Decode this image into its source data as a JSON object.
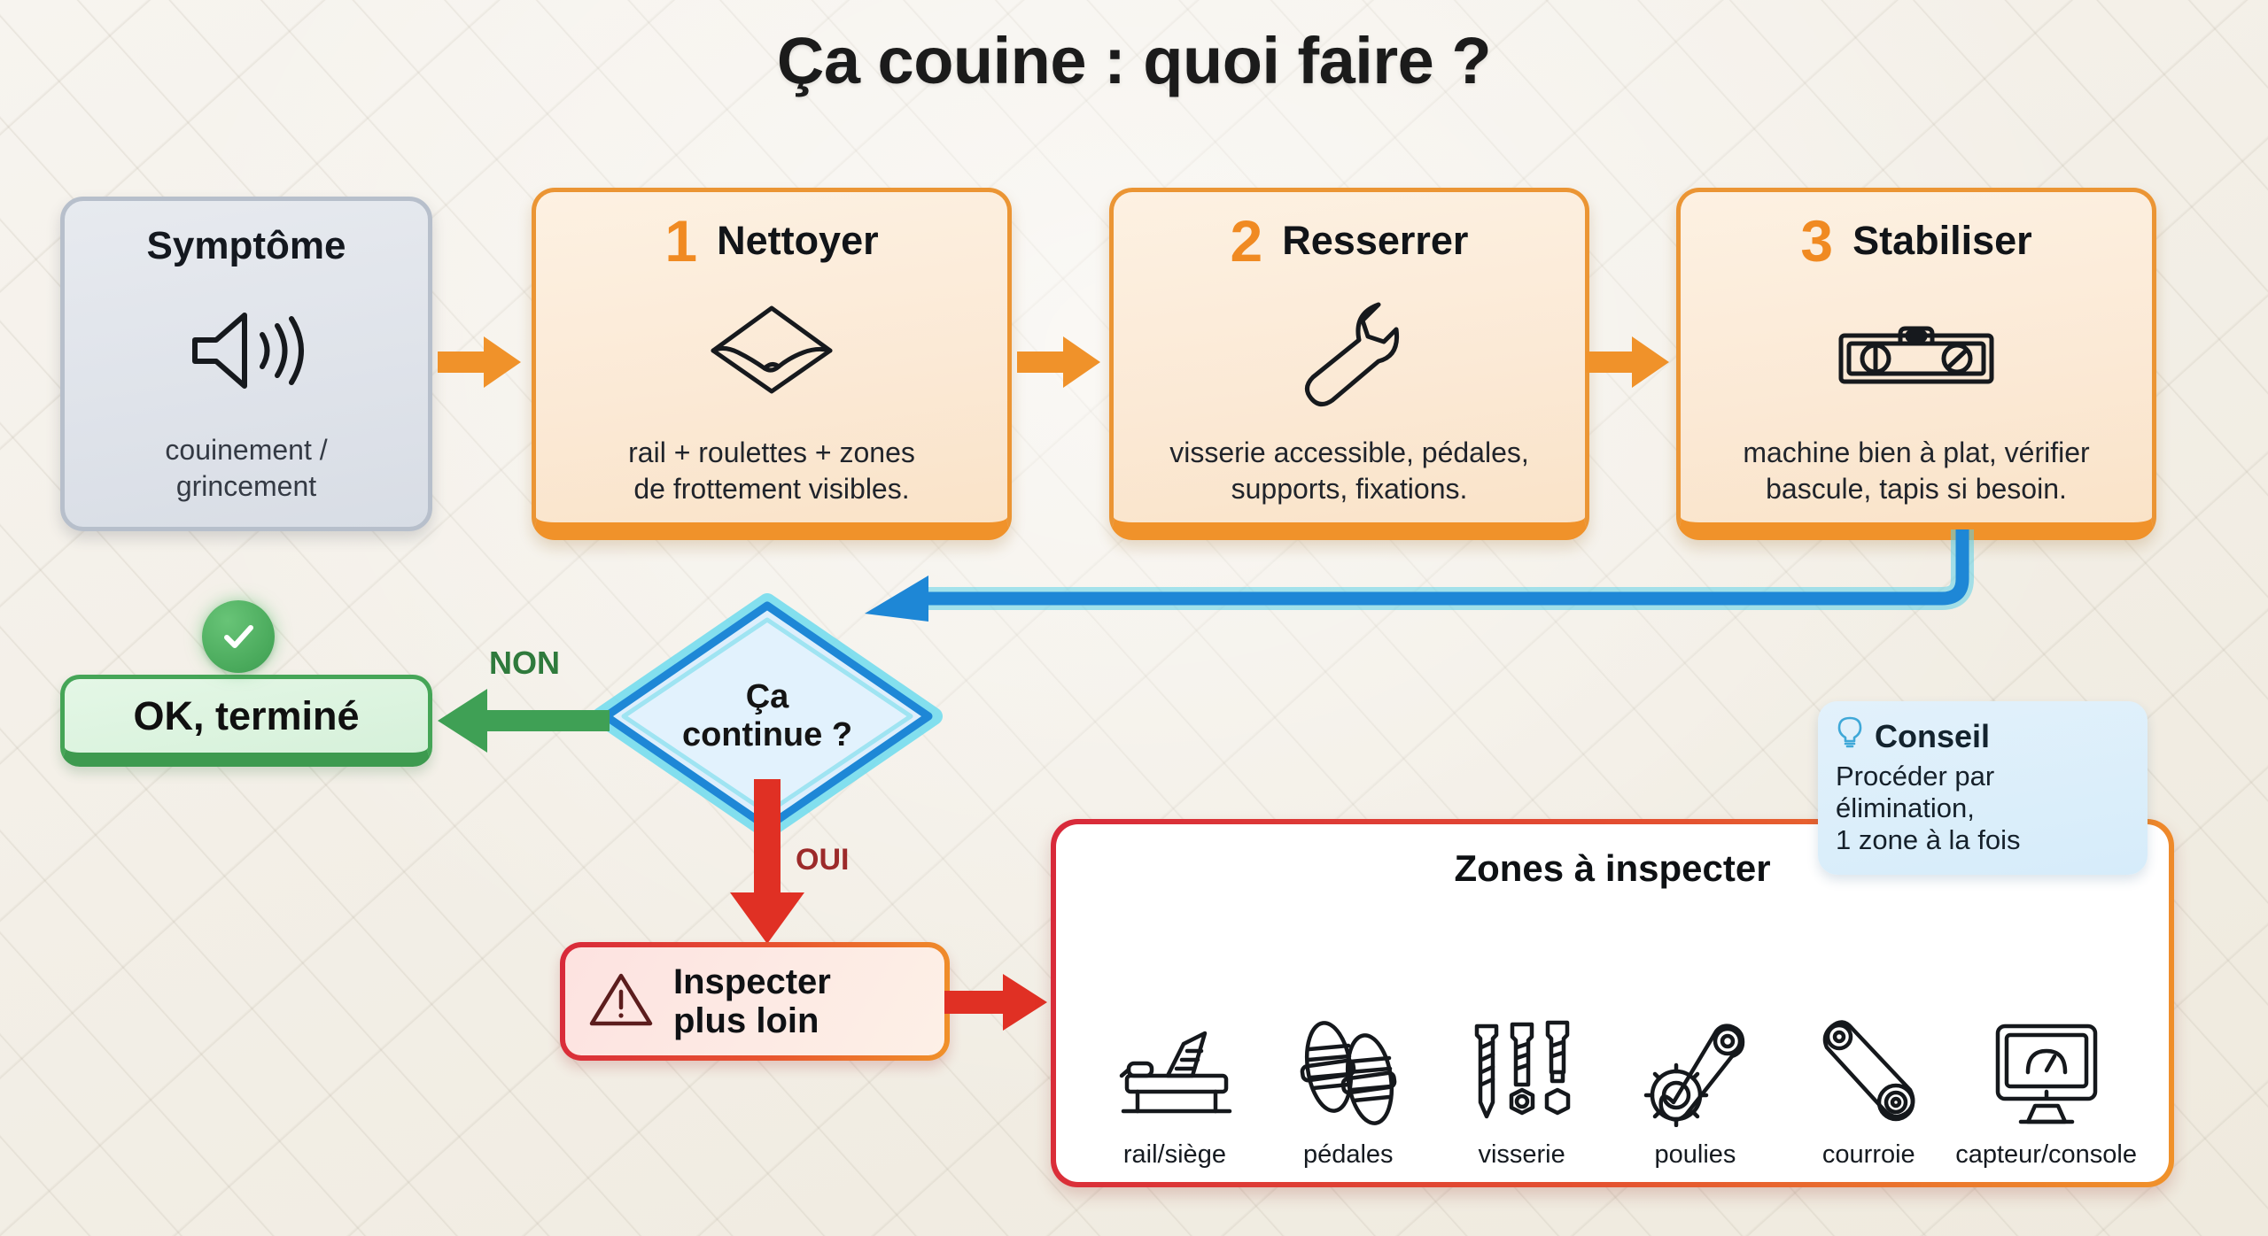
{
  "title": "Ça couine : quoi faire ?",
  "symptom": {
    "title": "Symptôme",
    "desc": "couinement /\ngrincement",
    "icon": "speaker-sound-icon"
  },
  "steps": [
    {
      "number": "1",
      "title": "Nettoyer",
      "desc": "rail + roulettes + zones\nde frottement visibles.",
      "icon": "cloth-wipe-icon"
    },
    {
      "number": "2",
      "title": "Resserrer",
      "desc": "visserie accessible, pédales,\nsupports, fixations.",
      "icon": "wrench-icon"
    },
    {
      "number": "3",
      "title": "Stabiliser",
      "desc": "machine bien à plat, vérifier\nbascule, tapis si besoin.",
      "icon": "spirit-level-icon"
    }
  ],
  "decision": {
    "line1": "Ça",
    "line2": "continue ?",
    "no_label": "NON",
    "yes_label": "OUI"
  },
  "done": {
    "label": "OK, terminé",
    "icon": "check-circle-icon"
  },
  "inspect": {
    "line1": "Inspecter",
    "line2": "plus loin",
    "icon": "warning-triangle-icon"
  },
  "zones": {
    "title": "Zones à inspecter",
    "items": [
      {
        "label": "rail/siège",
        "icon": "rowing-rail-seat-icon"
      },
      {
        "label": "pédales",
        "icon": "pedals-icon"
      },
      {
        "label": "visserie",
        "icon": "screws-bolts-icon"
      },
      {
        "label": "poulies",
        "icon": "pulley-gear-icon"
      },
      {
        "label": "courroie",
        "icon": "belt-icon"
      },
      {
        "label": "capteur/console",
        "icon": "sensor-console-monitor-icon"
      }
    ]
  },
  "tip": {
    "heading": "Conseil",
    "icon": "lightbulb-icon",
    "body": "Procéder par\nélimination,\n1 zone à la fois"
  },
  "colors": {
    "orange": "#F0922A",
    "orange_border": "#EB9534",
    "blue": "#1E87D6",
    "blue_light": "#5FD2E8",
    "green": "#45A557",
    "green_dark": "#2F7A3C",
    "red": "#E03024",
    "red_dark": "#9C2A2A",
    "grey_border": "#B7BFCB",
    "background": "#F4F1EA"
  }
}
